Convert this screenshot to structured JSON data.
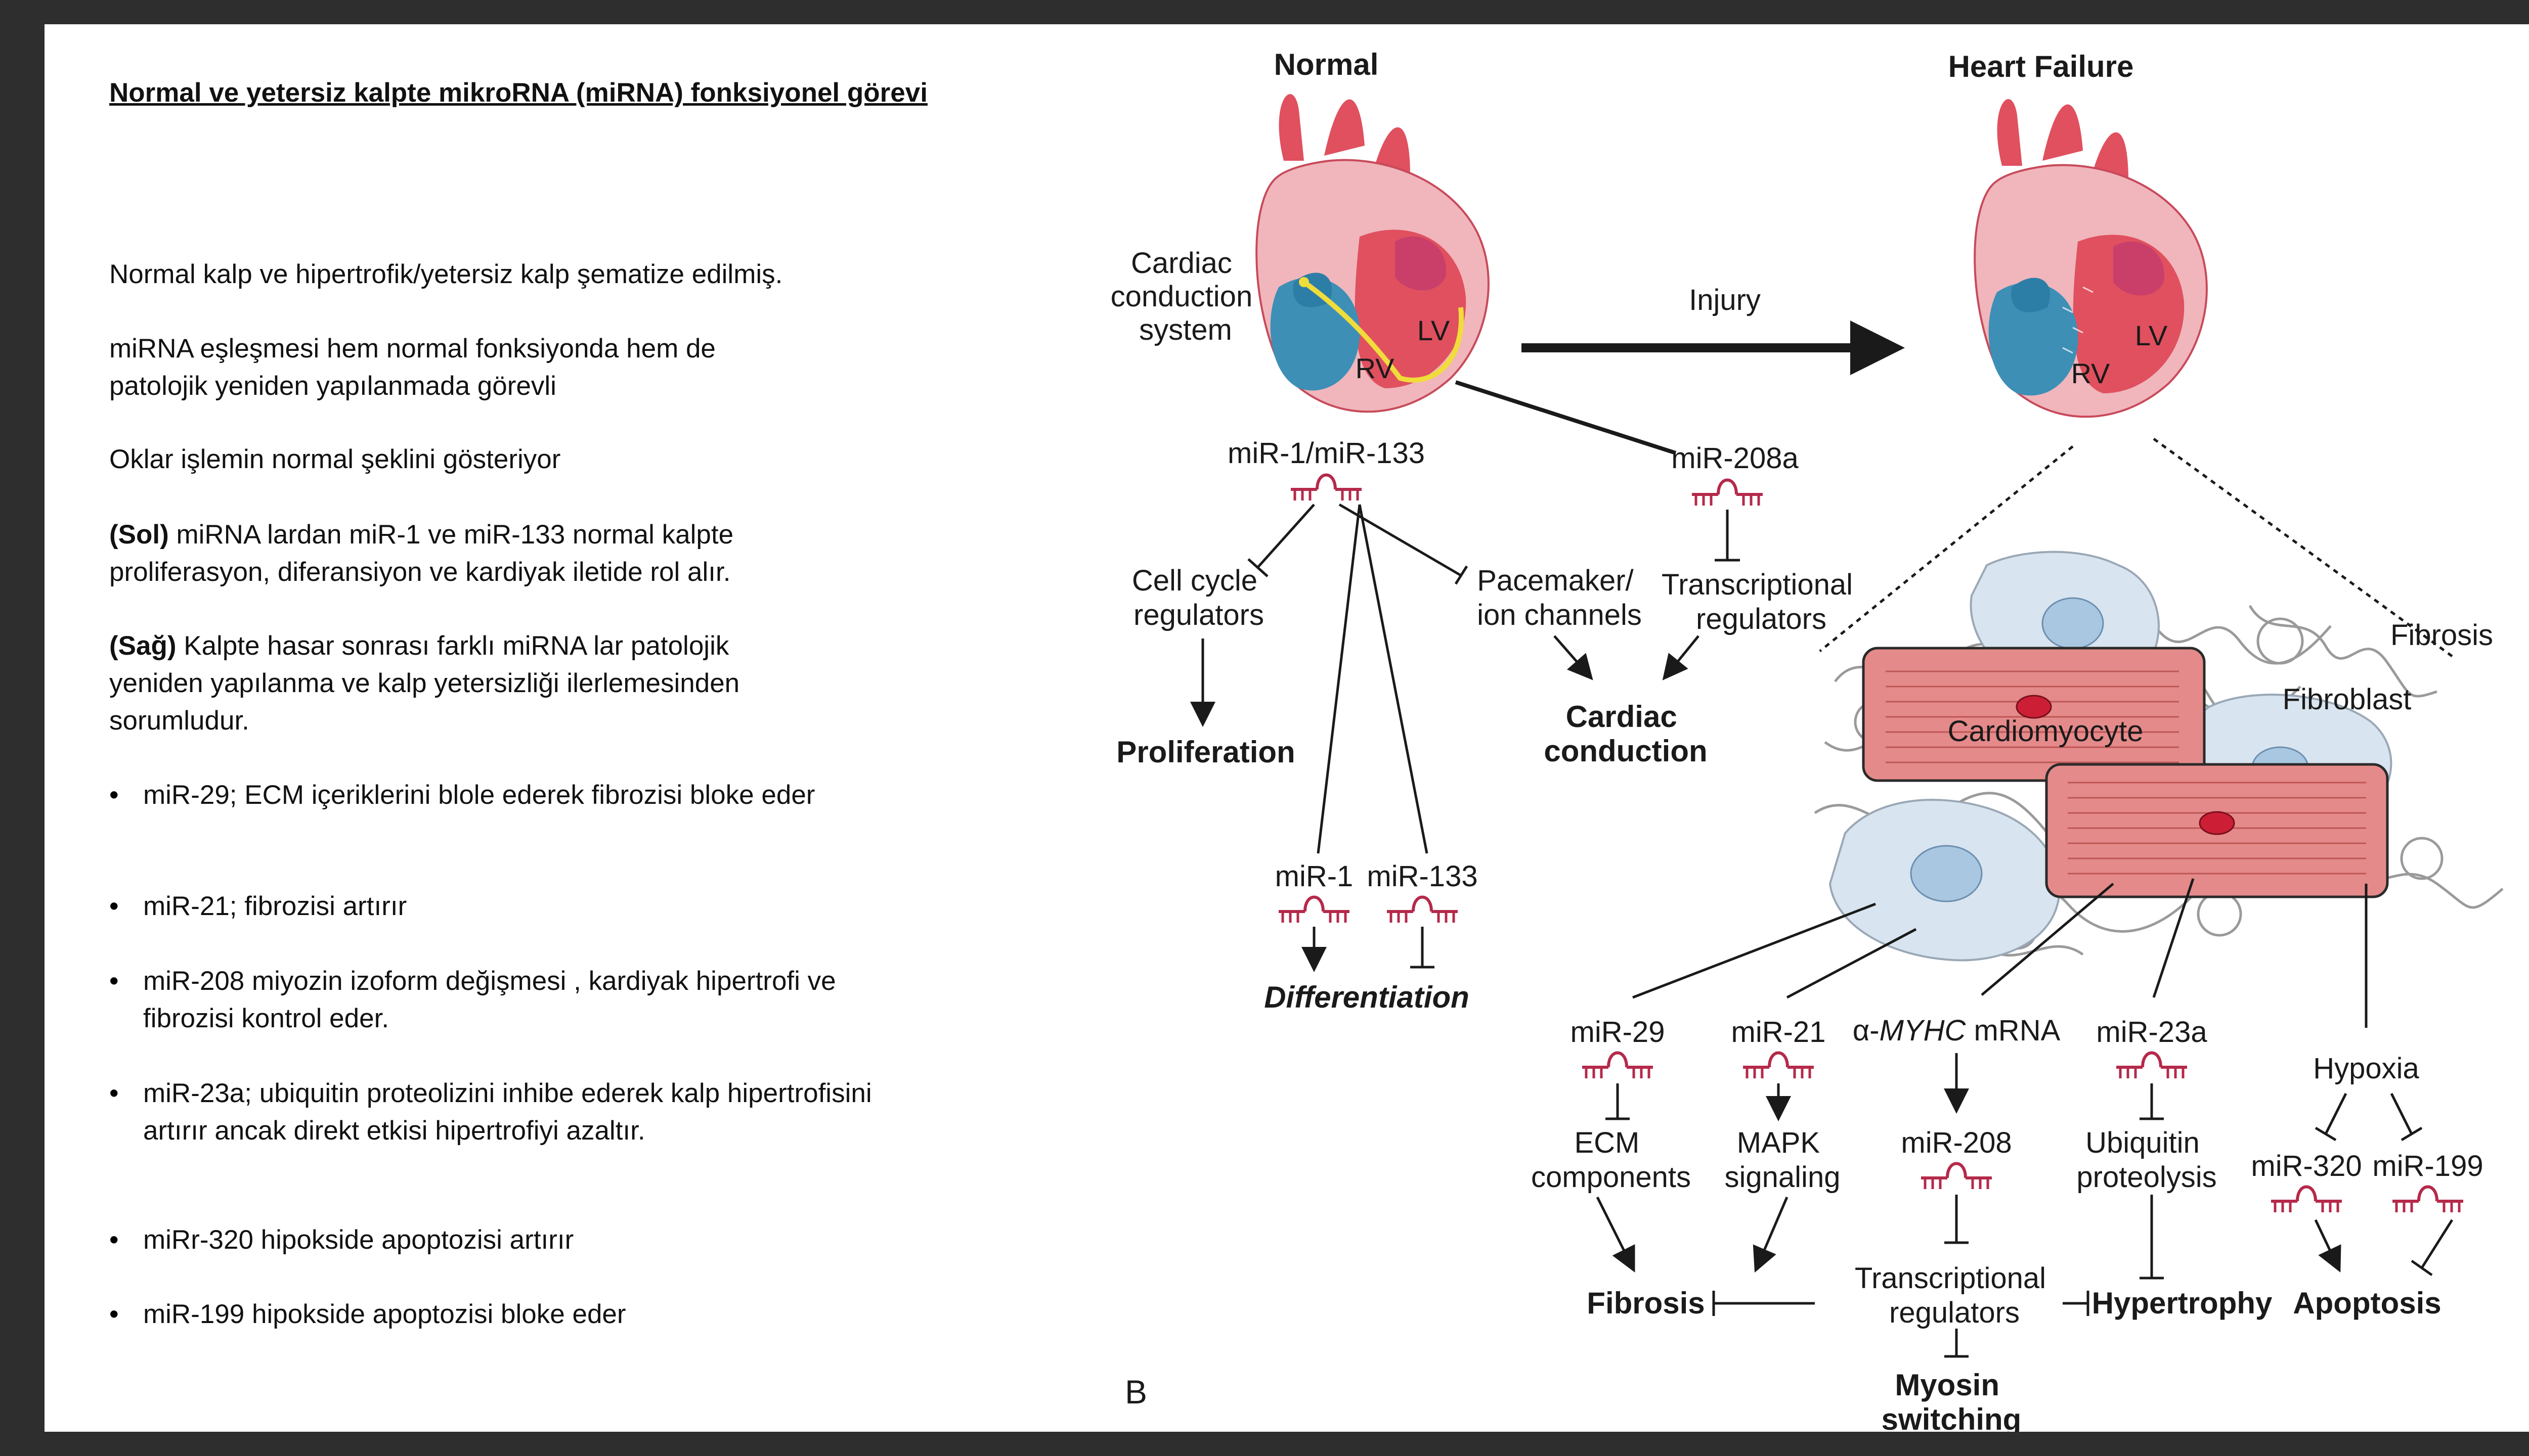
{
  "slide": {
    "title": "Normal ve yetersiz kalpte mikroRNA (miRNA) fonksiyonel görevi",
    "paragraphs": [
      "Normal kalp ve hipertrofik/yetersiz kalp şematize edilmiş.",
      "miRNA eşleşmesi hem normal fonksiyonda hem de patolojik yeniden yapılanmada görevli",
      "Oklar işlemin normal şeklini gösteriyor"
    ],
    "left_prefix": "(Sol)",
    "left_text": " miRNA lardan  miR-1 ve miR-133 normal kalpte proliferasyon, diferansiyon ve kardiyak iletide rol alır.",
    "right_prefix": "(Sağ)",
    "right_text": " Kalpte hasar sonrası farklı miRNA lar patolojik yeniden yapılanma ve kalp yetersizliği ilerlemesinden sorumludur.",
    "bullets": [
      "miR-29; ECM içeriklerini blole ederek fibrozisi bloke eder",
      "miR-21; fibrozisi artırır",
      "miR-208 miyozin izoform değişmesi , kardiyak hipertrofi ve fibrozisi kontrol eder.",
      "miR-23a; ubiquitin proteolizini inhibe ederek kalp hipertrofisini artırır ancak direkt etkisi hipertrofiyi azaltır.",
      "miRr-320 hipokside apoptozisi artırır",
      "miR-199 hipokside apoptozisi bloke eder"
    ],
    "bullet_glyph": "•"
  },
  "figure": {
    "normal_title": "Normal",
    "hf_title": "Heart Failure",
    "conduction_label": [
      "Cardiac",
      "conduction",
      "system"
    ],
    "lv": "LV",
    "rv": "RV",
    "injury": "Injury",
    "mir1_133": "miR-1/miR-133",
    "mir208a": "miR-208a",
    "cell_cycle": [
      "Cell cycle",
      "regulators"
    ],
    "pacemaker": [
      "Pacemaker/",
      "ion channels"
    ],
    "transcriptional_208a": [
      "Transcriptional",
      "regulators"
    ],
    "proliferation": "Proliferation",
    "cardiac_conduction": [
      "Cardiac",
      "conduction"
    ],
    "mir1": "miR-1",
    "mir133": "miR-133",
    "differentiation": "Differentiation",
    "fibrosis_label": "Fibrosis",
    "fibroblast": "Fibroblast",
    "cardiomyocyte": "Cardiomyocyte",
    "mir29": "miR-29",
    "mir21": "miR-21",
    "myhc_prefix": "α-",
    "myhc_italic": "MYHC",
    "myhc_suffix": " mRNA",
    "mir23a": "miR-23a",
    "hypoxia": "Hypoxia",
    "ecm": [
      "ECM",
      "components"
    ],
    "mapk": [
      "MAPK",
      "signaling"
    ],
    "mir208": "miR-208",
    "ubiquitin": [
      "Ubiquitin",
      "proteolysis"
    ],
    "mir320": "miR-320",
    "mir199": "miR-199",
    "transcriptional_bottom": [
      "Transcriptional",
      "regulators"
    ],
    "fibrosis_outcome": "Fibrosis",
    "hypertrophy": "Hypertrophy",
    "apoptosis": "Apoptosis",
    "myosin": [
      "Myosin",
      "switching"
    ],
    "panel_letter": "B",
    "colors": {
      "mirna": "#b5294a",
      "heart_red": "#e0505f",
      "heart_pink": "#f0b6bc",
      "ventricle_blue": "#3d8fb6",
      "conduction_yellow": "#f0dc3a",
      "cell_blue": "#d8e4ef",
      "cardiomyocyte_fill": "#e58a8a"
    }
  }
}
